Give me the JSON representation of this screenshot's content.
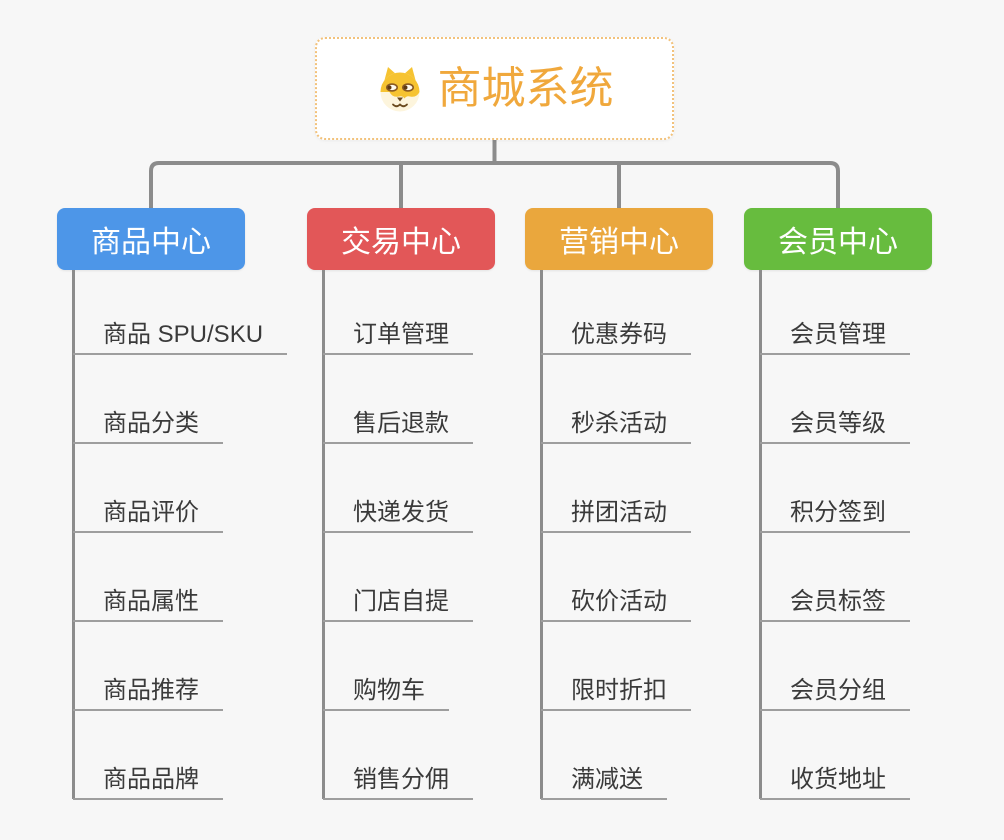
{
  "page": {
    "background": "#f7f7f7"
  },
  "root": {
    "title": "商城系统",
    "icon": "shiba-dog",
    "text_color": "#f0a83c",
    "border_color": "#f2c27c"
  },
  "connectors": {
    "color": "#8c8c8c"
  },
  "branches": [
    {
      "label": "商品中心",
      "color": "#4d96e8",
      "items": [
        "商品 SPU/SKU",
        "商品分类",
        "商品评价",
        "商品属性",
        "商品推荐",
        "商品品牌"
      ]
    },
    {
      "label": "交易中心",
      "color": "#e25758",
      "items": [
        "订单管理",
        "售后退款",
        "快递发货",
        "门店自提",
        "购物车",
        "销售分佣"
      ]
    },
    {
      "label": "营销中心",
      "color": "#eaa73d",
      "items": [
        "优惠券码",
        "秒杀活动",
        "拼团活动",
        "砍价活动",
        "限时折扣",
        "满减送"
      ]
    },
    {
      "label": "会员中心",
      "color": "#67bc3e",
      "items": [
        "会员管理",
        "会员等级",
        "积分签到",
        "会员标签",
        "会员分组",
        "收货地址"
      ]
    }
  ]
}
